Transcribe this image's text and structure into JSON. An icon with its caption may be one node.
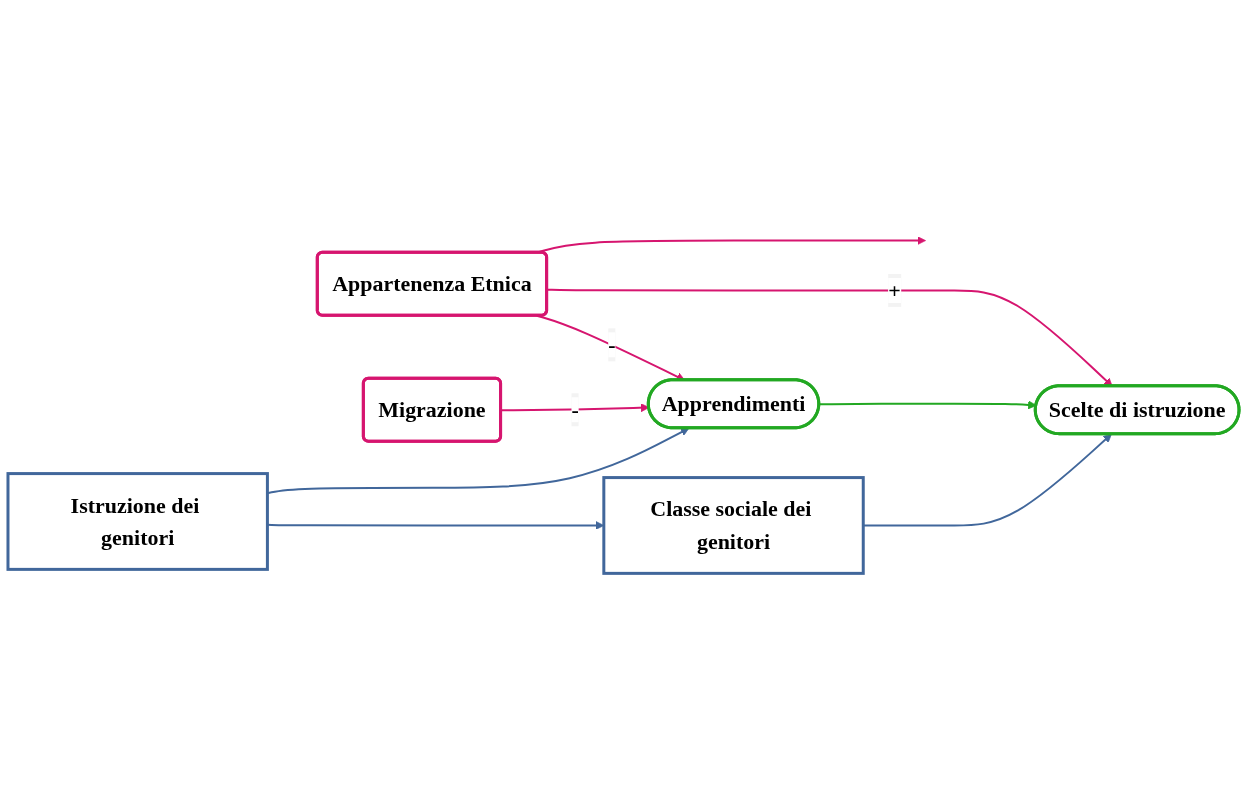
{
  "diagram": {
    "nodes": [
      {
        "text": [
          "Classe sociale dei genitori"
        ]
      },
      {
        "text": [
          "Scelte di istruzione"
        ]
      },
      {
        "text": [
          "Appartenenza Etnica"
        ]
      },
      {
        "text": [
          "Migrazione"
        ]
      },
      {
        "text": [
          "Istruzione dei genitori"
        ]
      },
      {
        "text": [
          "Apprendimenti"
        ]
      }
    ],
    "edges": [
      {
        "from": 0,
        "to": 1,
        "arrow": "to",
        "color": "#41679b"
      },
      {
        "from": 2,
        "to": null,
        "arrow": "to"
      },
      {
        "from": 2,
        "to": 1,
        "arrow": "to",
        "label": "+"
      },
      {
        "from": 2,
        "to": 5,
        "arrow": "to",
        "label": "-"
      },
      {
        "from": 3,
        "to": 5,
        "arrow": "to",
        "label": "-"
      },
      {
        "from": 4,
        "to": 5,
        "arrow": "to",
        "color": "#41679b"
      },
      {
        "from": 5,
        "to": 1,
        "arrow": "to",
        "color": "#22a822"
      },
      {
        "from": 4,
        "to": 0,
        "arrow": "to",
        "color": "#41679b"
      }
    ]
  }
}
